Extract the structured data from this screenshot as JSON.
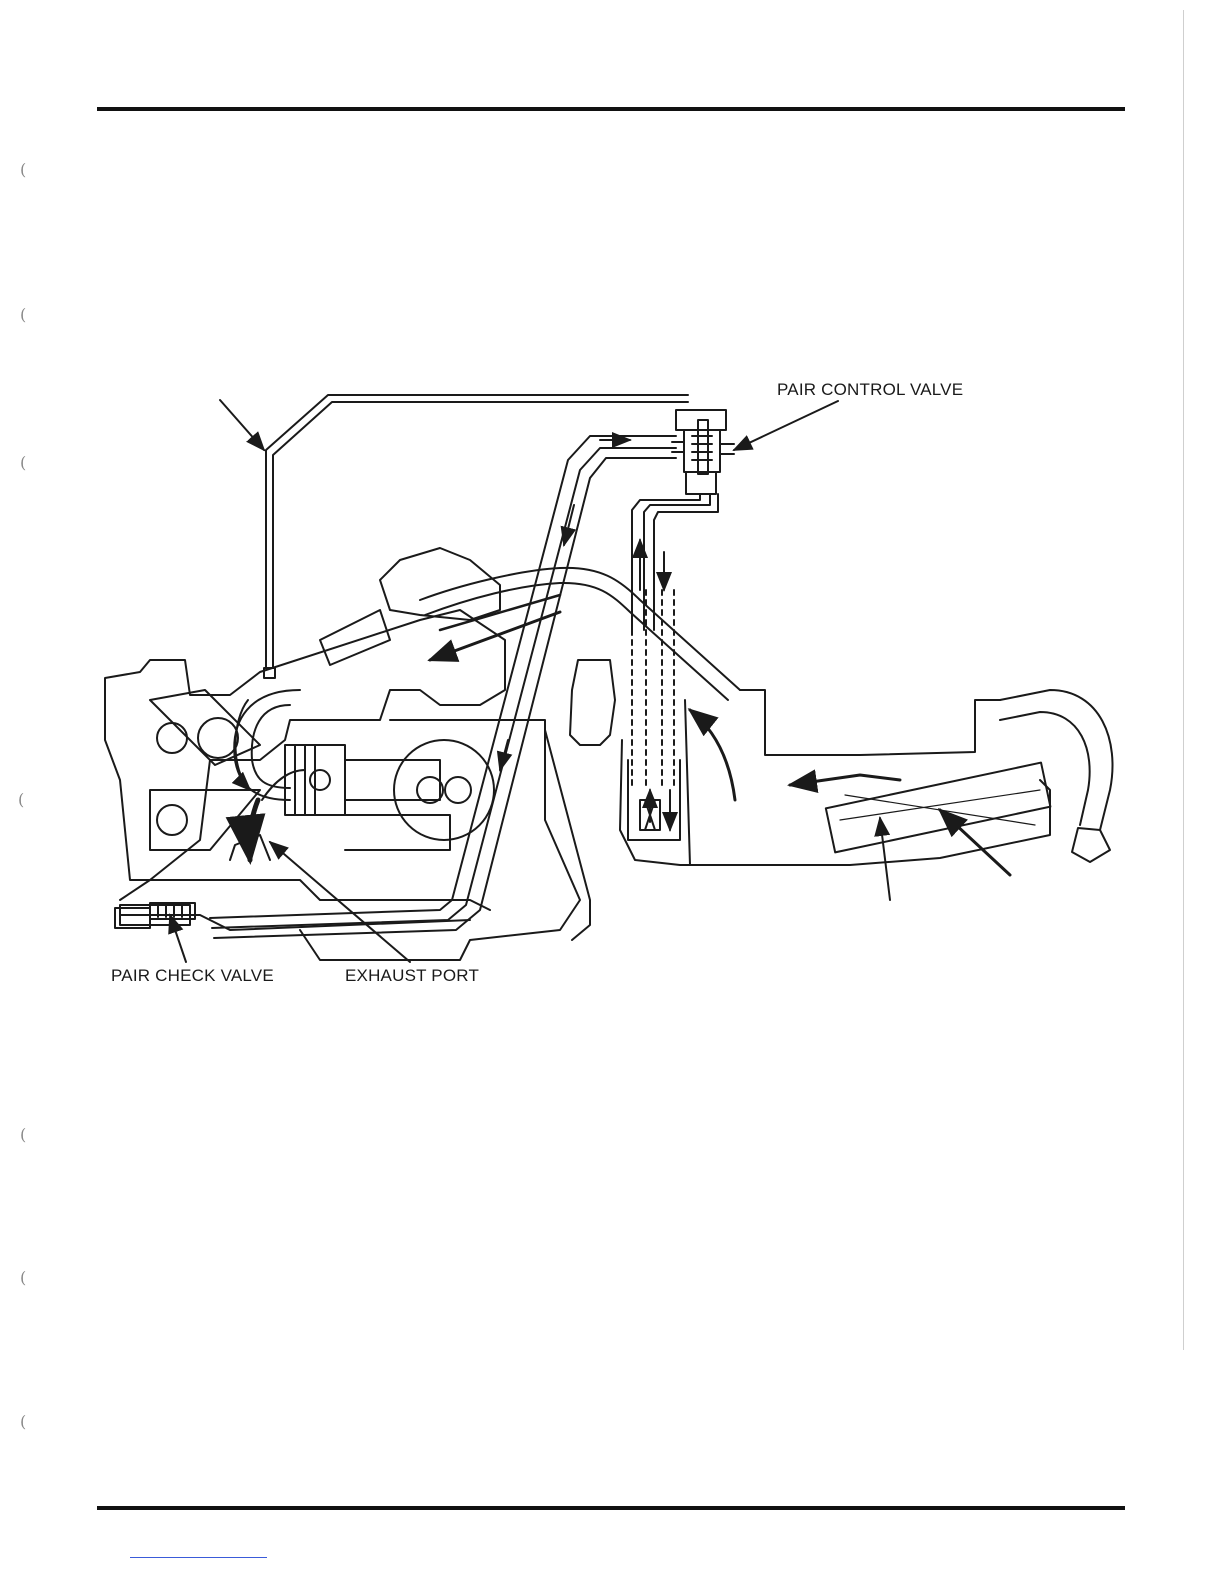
{
  "labels": {
    "pair_control_valve": "PAIR CONTROL VALVE",
    "pair_check_valve": "PAIR CHECK VALVE",
    "exhaust_port": "EXHAUST PORT"
  },
  "colors": {
    "ink": "#1a1a1a",
    "rule": "#111111",
    "link_underline": "#3a5bd9"
  }
}
